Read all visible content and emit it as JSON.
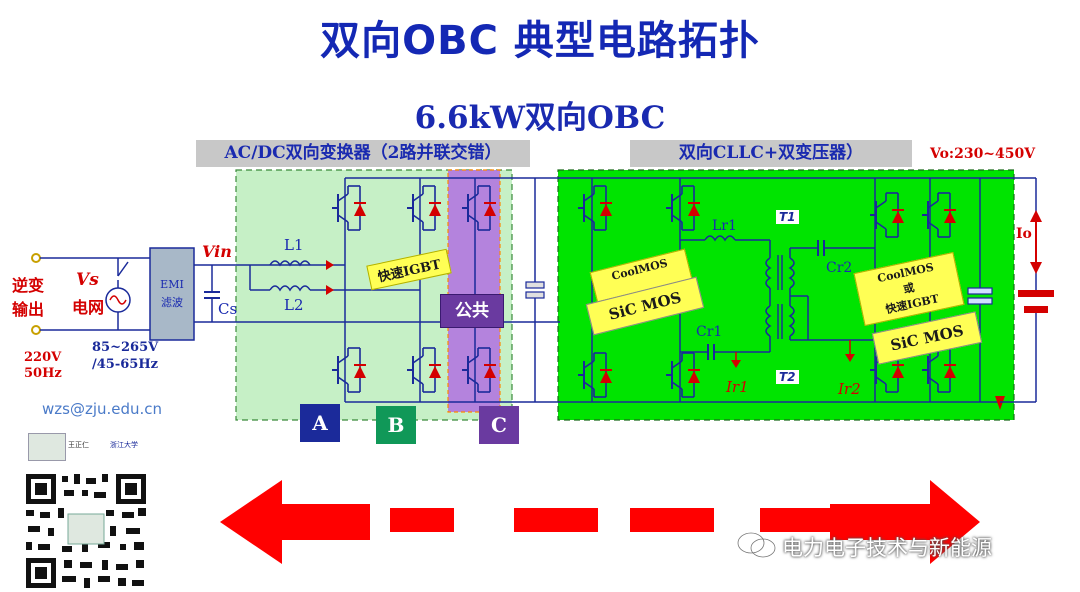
{
  "title": "双向OBC 典型电路拓扑",
  "subtitle": "6.6kW双向OBC",
  "labels": {
    "acdc": "AC/DC双向变换器（2路并联交错）",
    "cllc": "双向CLLC+双变压器）",
    "vo": "Vo:230~450V",
    "inverter_line1": "逆变",
    "inverter_line2": "输出",
    "vs": "Vs",
    "grid": "电网",
    "emi_line1": "EMI",
    "emi_line2": "滤波",
    "vin": "Vin",
    "cs": "Cs",
    "l1": "L1",
    "l2": "L2",
    "v220": "220V",
    "hz50": "50Hz",
    "range_v": "85~265V",
    "range_hz": "/45-65Hz",
    "fast_igbt": "快速IGBT",
    "common": "公共",
    "lr1": "Lr1",
    "cr1": "Cr1",
    "cr2": "Cr2",
    "t1": "T1",
    "t2": "T2",
    "ir1": "Ir1",
    "ir2": "Ir2",
    "io": "Io",
    "coolmos_left": "CoolMOS",
    "sic_left": "SiC MOS",
    "coolmos_right_1": "CoolMOS",
    "coolmos_right_2": "或",
    "coolmos_right_3": "快速IGBT",
    "sic_right": "SiC MOS",
    "leg_a": "A",
    "leg_b": "B",
    "leg_c": "C"
  },
  "footer": {
    "email": "wzs@zju.edu.cn",
    "watermark": "电力电子技术与新能源",
    "logo_name": "王正仁",
    "logo_univ": "浙江大学"
  },
  "colors": {
    "title": "#1428b4",
    "green_block": "#00e400",
    "light_green": "#c6f0c6",
    "purple": "#b070e0",
    "leg_a": "#1b2a9a",
    "leg_b": "#109858",
    "leg_c": "#6a3aa0",
    "arrow": "#ff0000"
  }
}
